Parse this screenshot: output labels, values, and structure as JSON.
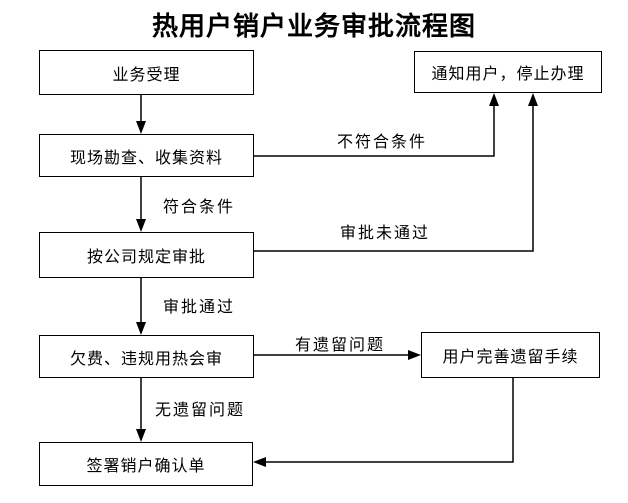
{
  "title": "热用户销户业务审批流程图",
  "nodes": {
    "accept": "业务受理",
    "survey": "现场勘查、收集资料",
    "approve": "按公司规定审批",
    "review": "欠费、违规用热会审",
    "sign": "签署销户确认单",
    "notify": "通知用户，停止办理",
    "complete": "用户完善遗留手续"
  },
  "edge_labels": {
    "qualify": "符合条件",
    "not_qualify": "不符合条件",
    "approved": "审批通过",
    "rejected": "审批未通过",
    "has_pending": "有遗留问题",
    "no_pending": "无遗留问题"
  },
  "colors": {
    "line": "#000000",
    "text": "#000000",
    "background": "#ffffff"
  }
}
